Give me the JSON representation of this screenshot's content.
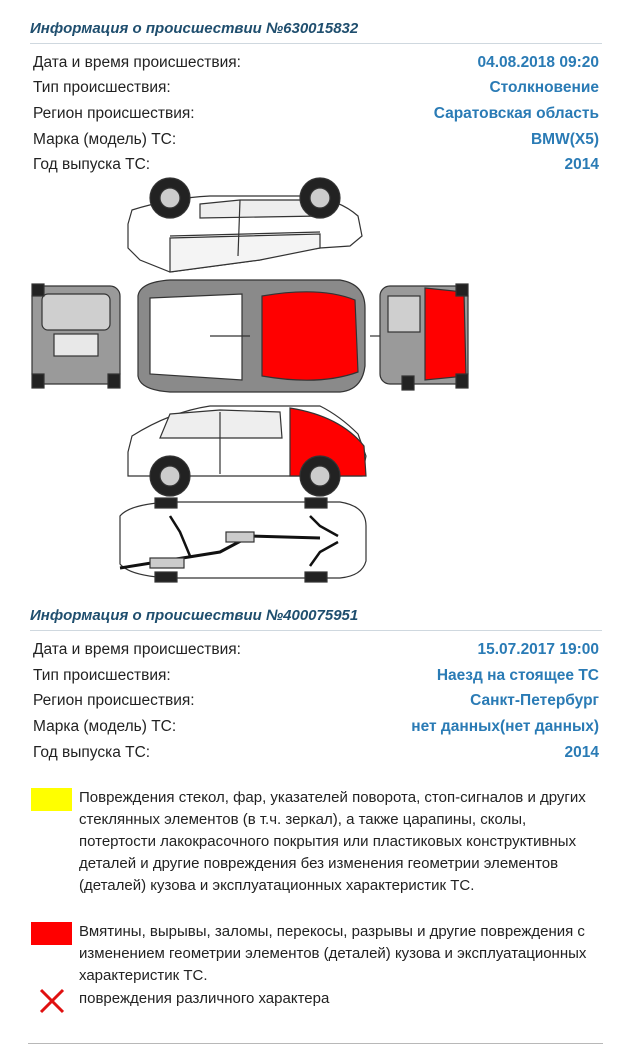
{
  "incidents": [
    {
      "title": "Информация о происшествии №630015832",
      "rows": [
        {
          "label": "Дата и время происшествия:",
          "value": "04.08.2018 09:20"
        },
        {
          "label": "Тип происшествия:",
          "value": "Столкновение"
        },
        {
          "label": "Регион происшествия:",
          "value": "Саратовская область"
        },
        {
          "label": "Марка (модель) ТС:",
          "value": "BMW(X5)"
        },
        {
          "label": "Год выпуска ТС:",
          "value": "2014"
        }
      ]
    },
    {
      "title": "Информация о происшествии №400075951",
      "rows": [
        {
          "label": "Дата и время происшествия:",
          "value": "15.07.2017 19:00"
        },
        {
          "label": "Тип происшествия:",
          "value": "Наезд на стоящее ТС"
        },
        {
          "label": "Регион происшествия:",
          "value": "Санкт-Петербург"
        },
        {
          "label": "Марка (модель) ТС:",
          "value": "нет данных(нет данных)"
        },
        {
          "label": "Год выпуска ТС:",
          "value": "2014"
        }
      ]
    }
  ],
  "legend": {
    "yellow": {
      "color": "#ffff00",
      "text": "Повреждения стекол, фар, указателей поворота, стоп-сигналов и других стеклянных элементов (в т.ч. зеркал), а также царапины, сколы, потертости лакокрасочного покрытия или пластиковых конструктивных деталей и другие повреждения без изменения геометрии элементов (деталей) кузова и эксплуатационных характеристик ТС."
    },
    "red": {
      "color": "#ff0000",
      "text": "Вмятины, вырывы, заломы, перекосы, разрывы и другие повреждения с изменением геометрии элементов (деталей) кузова и эксплуатационных характеристик ТС."
    },
    "cross": {
      "icon": "red-cross-icon",
      "color": "#e01010",
      "text": "повреждения различного характера"
    }
  },
  "colors": {
    "damage": "#ff0000",
    "car_body": "#8a8a8a",
    "title": "#1f4e6e",
    "value": "#2a7bb5"
  }
}
